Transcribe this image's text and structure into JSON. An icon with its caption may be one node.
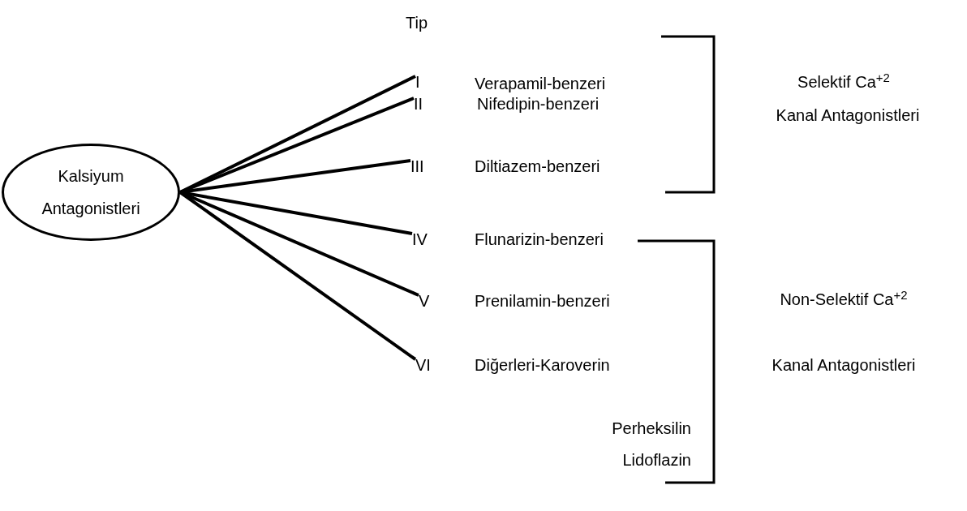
{
  "diagram": {
    "nodes": [
      {
        "text": [
          "Kalsiyum Antagonistleri"
        ]
      },
      {
        "text": [
          "I"
        ]
      },
      {
        "text": [
          "II"
        ]
      },
      {
        "text": [
          "III"
        ]
      },
      {
        "text": [
          "IV"
        ]
      },
      {
        "text": [
          "V"
        ]
      },
      {
        "text": [
          "VI"
        ]
      }
    ],
    "edges": [
      {
        "from": 0,
        "to": 1,
        "arrow": "none"
      },
      {
        "from": 0,
        "to": 2,
        "arrow": "none"
      },
      {
        "from": 0,
        "to": 3,
        "arrow": "none"
      },
      {
        "from": 0,
        "to": 4,
        "arrow": "none"
      },
      {
        "from": 0,
        "to": 5,
        "arrow": "none"
      },
      {
        "from": 0,
        "to": 6,
        "arrow": "none"
      }
    ],
    "labels": [
      "Tip",
      "Verapamil-benzeri",
      "Selektif Ca$^{+2}$",
      "Nifedipin-benzeri",
      "Kanal Antagonistleri",
      "Diltiazem-benzeri",
      "Flunarizin-benzeri",
      "Prenilamin-benzeri",
      "Non-Selektif Ca$^{+2}$",
      "Diğerleri-Karoverin",
      "Kanal Antagonistleri",
      "Perheksilin",
      "Lidoflazin"
    ]
  }
}
